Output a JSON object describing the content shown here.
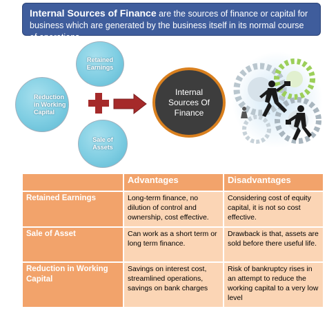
{
  "banner": {
    "term": "Internal Sources of Finance",
    "definition": " are the sources of finance or capital for business which are generated by the business itself in its normal course of operations."
  },
  "diagram": {
    "retained": "Retained Earnings",
    "reduction": "Reduction in Working Capital",
    "sale": "Sale of Assets",
    "internal": "Internal Sources Of Finance"
  },
  "table": {
    "headers": [
      "",
      "Advantages",
      "Disadvantages"
    ],
    "rows": [
      {
        "source": "Retained Earnings",
        "advantage": "Long-term finance, no dilution of control and ownership, cost effective.",
        "disadvantage": "Considering cost of equity capital, it is not so cost effective."
      },
      {
        "source": "Sale of Asset",
        "advantage": "Can work as a short term or long term finance.",
        "disadvantage": "Drawback is that, assets are sold before there useful life."
      },
      {
        "source": "Reduction in Working Capital",
        "advantage": "Savings on interest cost, streamlined operations, savings on bank charges",
        "disadvantage": "Risk of bankruptcy rises in an attempt to reduce the working capital to a very low level"
      }
    ]
  },
  "colors": {
    "banner": "#3f5d9c",
    "circle": "#7ecde2",
    "plus_arrow": "#a52a2a",
    "internal_ring": "#d9801f",
    "table_header": "#f2a36b",
    "table_cell": "#fbd5b5"
  },
  "icons": [
    "plus-icon",
    "right-arrow-icon",
    "business-people-gears-illustration"
  ]
}
